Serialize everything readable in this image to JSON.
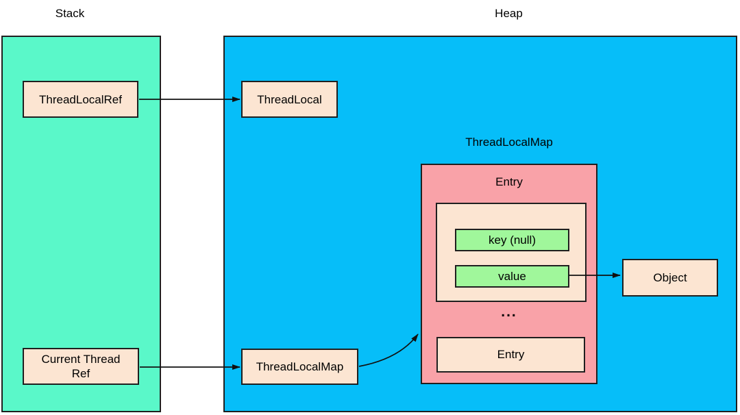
{
  "stack": {
    "title": "Stack",
    "thread_local_ref_label": "ThreadLocalRef",
    "current_thread_ref_label": "Current Thread\nRef"
  },
  "heap": {
    "title": "Heap",
    "thread_local_label": "ThreadLocal",
    "thread_local_map_box_label": "ThreadLocalMap",
    "object_label": "Object",
    "thread_local_map": {
      "title": "ThreadLocalMap",
      "entry_title": "Entry",
      "key_label": "key (null)",
      "value_label": "value",
      "ellipsis": "...",
      "entry_bottom_label": "Entry"
    }
  },
  "colors": {
    "stack_fill": "#5AF8C9",
    "heap_fill": "#06BEF9",
    "box_fill": "#FCE5D2",
    "map_fill": "#F9A2A8",
    "slot_fill": "#A0F79B",
    "border_color": "#1F1F1F",
    "arrow_color": "#111111",
    "text_color": "#000000"
  }
}
